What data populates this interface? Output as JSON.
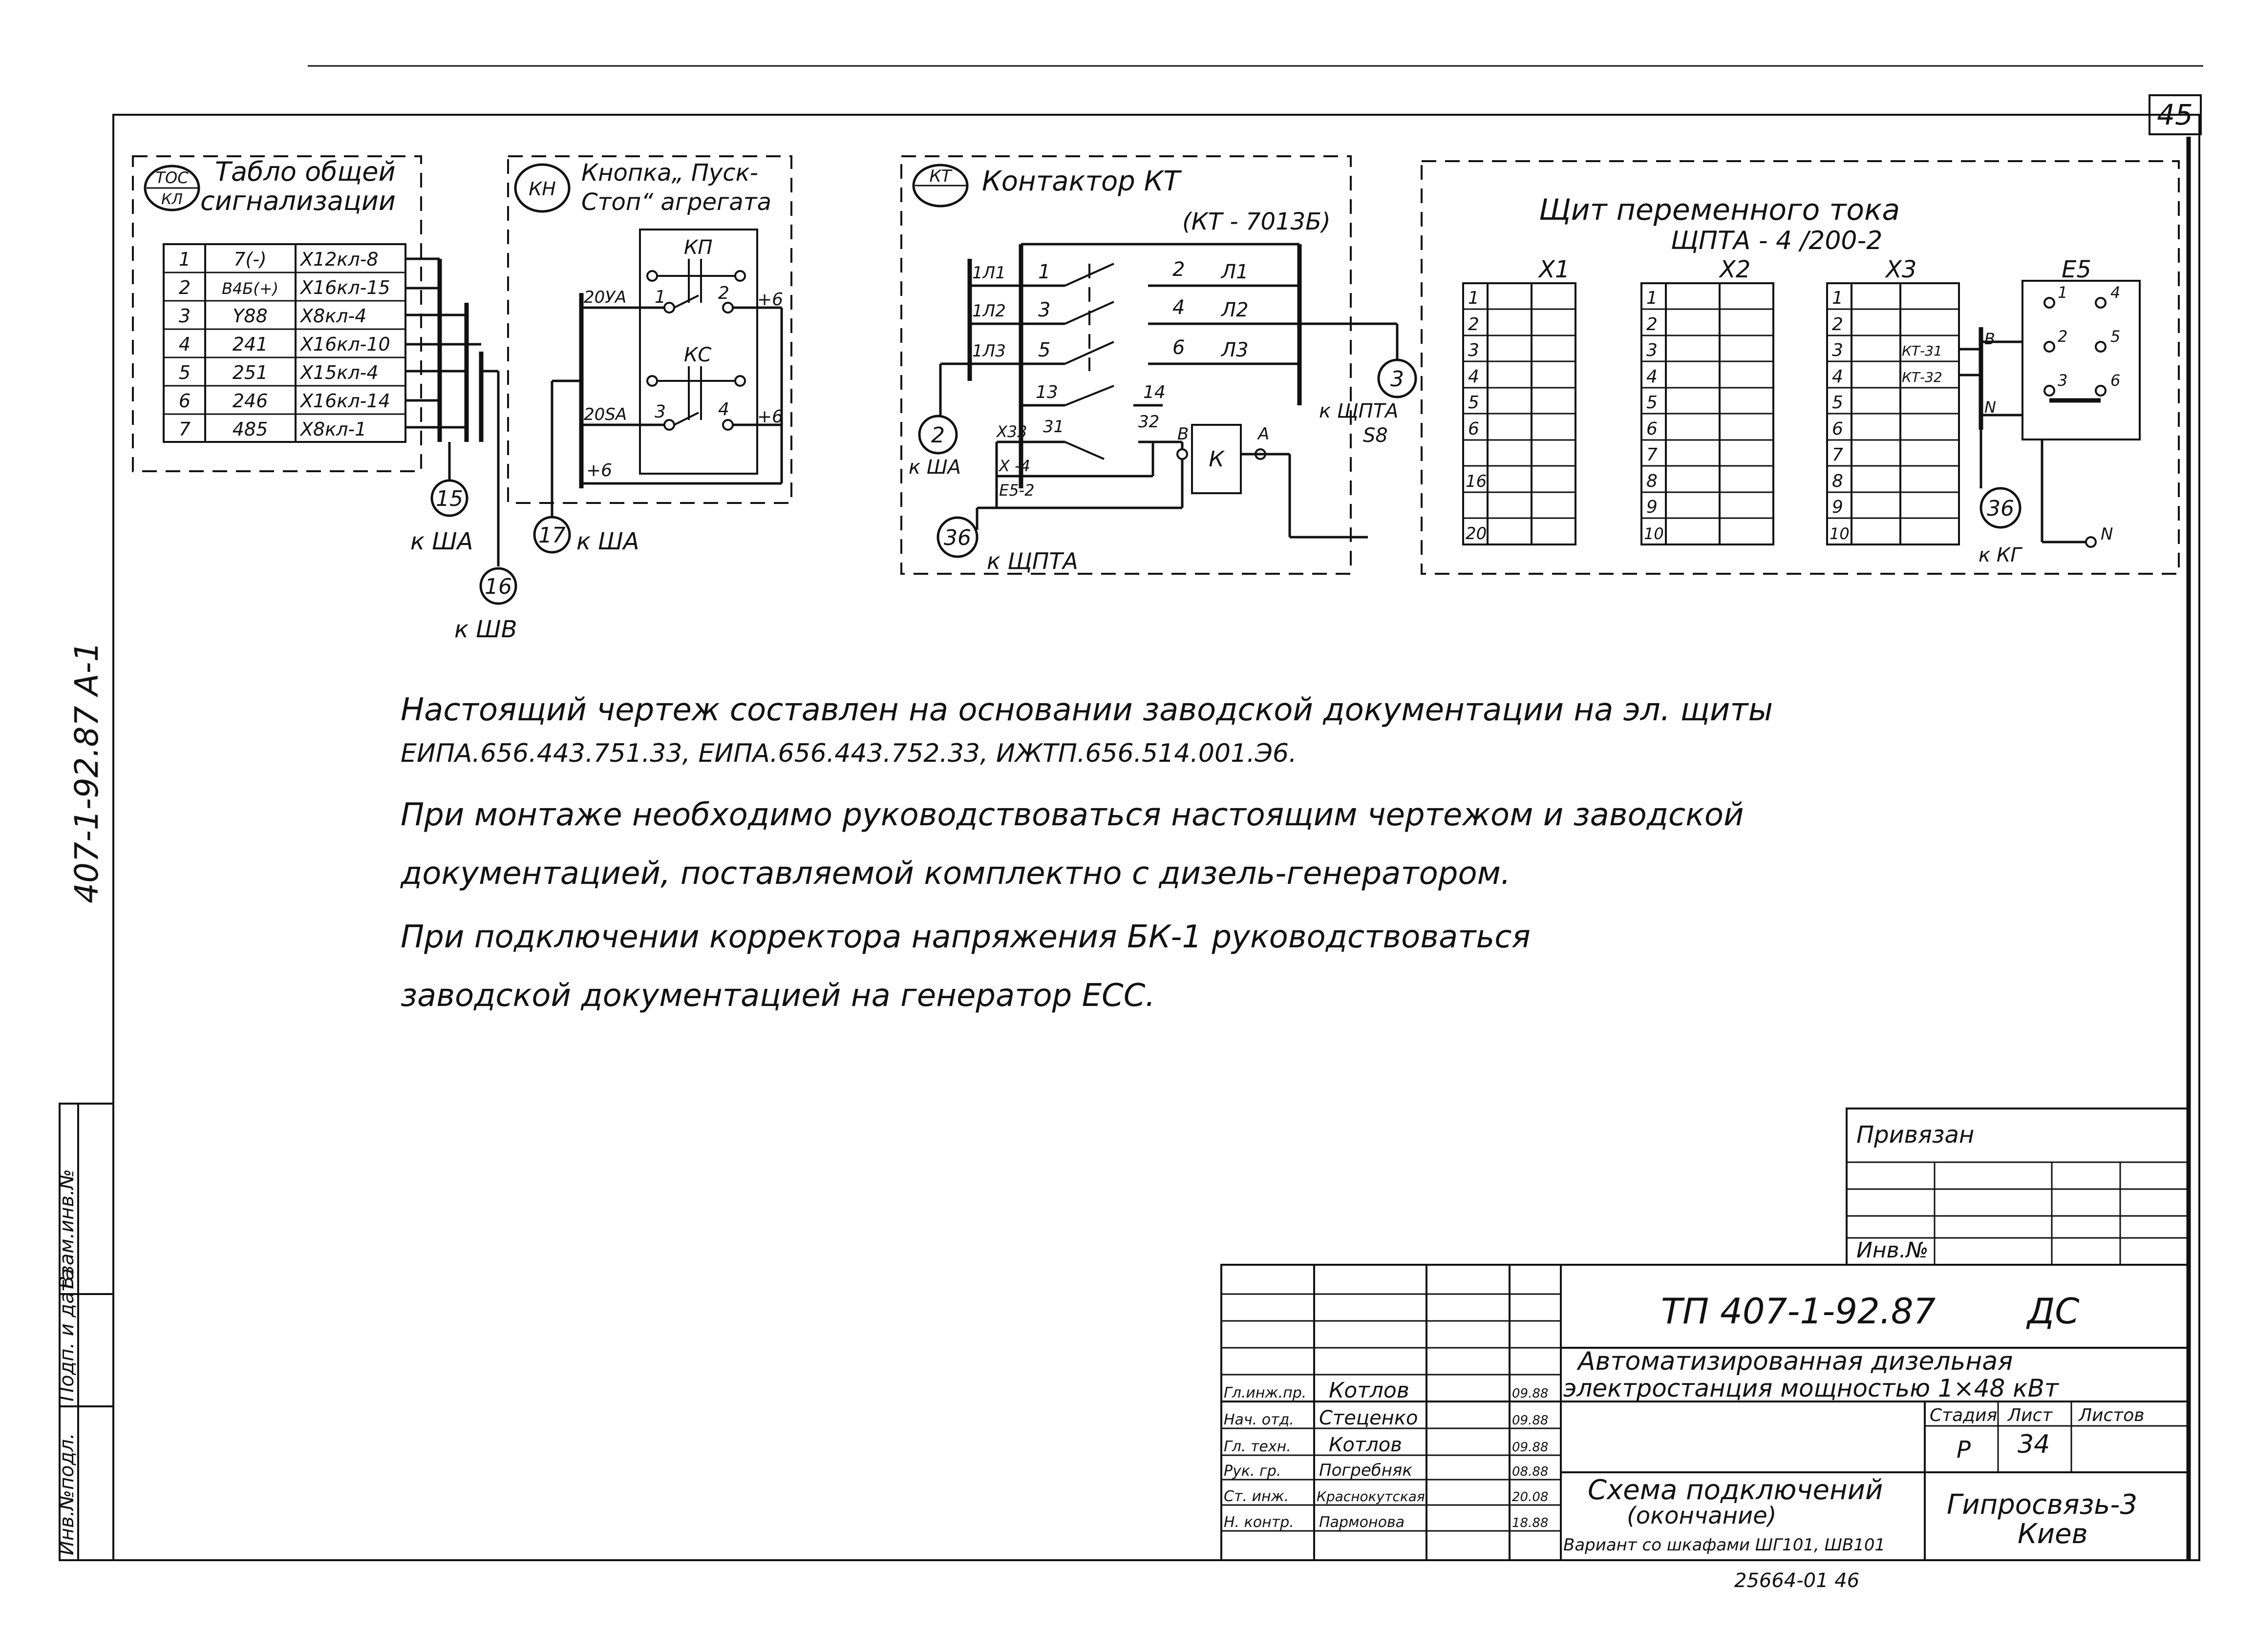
{
  "sheet_number": "45",
  "side_stamp": "407-1-92.87 А-1",
  "left_strip": [
    "Инв.№подл.",
    "Подп. и дата",
    "Взам.инв.№"
  ],
  "block_toc": {
    "tag_top": "ТОС",
    "tag_bottom": "КЛ",
    "title_l1": "Табло общей",
    "title_l2": "сигнализации",
    "rows": [
      [
        "1",
        "7(-)",
        "Х12кл-8"
      ],
      [
        "2",
        "В4Б(+)",
        "Х16кл-15"
      ],
      [
        "3",
        "Y88",
        "Х8кл-4"
      ],
      [
        "4",
        "241",
        "Х16кл-10"
      ],
      [
        "5",
        "251",
        "Х15кл-4"
      ],
      [
        "6",
        "246",
        "Х16кл-14"
      ],
      [
        "7",
        "485",
        "Х8кл-1"
      ]
    ],
    "ref15": "15",
    "ref15_label": "к ША",
    "ref16": "16",
    "ref16_label": "к ШВ"
  },
  "block_kn": {
    "tag": "КН",
    "title_l1": "Кнопка„ Пуск-",
    "title_l2": "Стоп“ агрегата",
    "kp": "КП",
    "kc": "КС",
    "w1": "20УА",
    "w2": "20SА",
    "t1": "1",
    "t2": "2",
    "t3": "3",
    "t4": "4",
    "p6a": "+6",
    "p6b": "+6",
    "p6c": "+6",
    "ref17": "17",
    "ref17_label": "к ША"
  },
  "block_kt": {
    "tag": "КТ",
    "title": "Контактор КТ",
    "model": "(КТ - 7013Б)",
    "in1": "1Л1",
    "in2": "1Л2",
    "in3": "1Л3",
    "c1": "1",
    "c3": "3",
    "c5": "5",
    "c2": "2",
    "c4": "4",
    "c6": "6",
    "out1": "Л1",
    "out2": "Л2",
    "out3": "Л3",
    "c13": "13",
    "c14": "14",
    "c31": "31",
    "c32": "32",
    "x33": "Х33",
    "x4": "Х -4",
    "e52": "Е5-2",
    "b": "В",
    "a": "А",
    "coil": "К",
    "ref2": "2",
    "ref2_label": "к ША",
    "ref3": "3",
    "ref3_label_l1": "к ЩПТА",
    "ref3_label_l2": "S8",
    "ref36": "36",
    "ref36_label": "к ЩПТА"
  },
  "block_shch": {
    "title_l1": "Щит переменного тока",
    "title_l2": "ЩПТА - 4 /200-2",
    "x1_label": "X1",
    "x2_label": "X2",
    "x3_label": "X3",
    "e5_label": "E5",
    "x1_rows": [
      "1",
      "2",
      "3",
      "4",
      "5",
      "6",
      "",
      "16",
      "",
      "20"
    ],
    "x2_rows": [
      "1",
      "2",
      "3",
      "4",
      "5",
      "6",
      "7",
      "8",
      "9",
      "10"
    ],
    "x3_rows": [
      "1",
      "2",
      "3",
      "4",
      "5",
      "6",
      "7",
      "8",
      "9",
      "10"
    ],
    "kt31": "КТ-31",
    "kt32": "КТ-32",
    "e5_b": "В",
    "e5_n": "N",
    "e5_n2": "N",
    "e5_1": "1",
    "e5_2": "2",
    "e5_3": "3",
    "e5_4": "4",
    "e5_5": "5",
    "e5_6": "6",
    "ref36": "36",
    "ref36_label": "к КГ"
  },
  "notes": {
    "p1_l1": "Настоящий чертеж составлен на основании заводской документации на эл. щиты",
    "p1_l2": "ЕИПА.656.443.751.33, ЕИПА.656.443.752.33, ИЖТП.656.514.001.Э6.",
    "p2_l1": "При монтаже необходимо руководствоваться настоящим чертежом и заводской",
    "p2_l2": "документацией, поставляемой комплектно с дизель-генератором.",
    "p3_l1": "При подключении корректора напряжения БК-1 руководствоваться",
    "p3_l2": "заводской документацией на генератор ЕСС."
  },
  "privyazan": {
    "title": "Привязан",
    "inv": "Инв.№"
  },
  "title_block": {
    "doc_code": "ТП 407-1-92.87",
    "doc_mark": "ДС",
    "obj_l1": "Автоматизированная дизельная",
    "obj_l2": "электростанция мощностью 1×48 кВт",
    "roles": [
      "Гл.инж.пр.",
      "Нач. отд.",
      "Гл. техн.",
      "Рук. гр.",
      "Ст. инж.",
      "Н. контр."
    ],
    "names": [
      "Котлов",
      "Стеценко",
      "Котлов",
      "Погребняк",
      "Краснокутская",
      "Пармонова"
    ],
    "dates": [
      "09.88",
      "09.88",
      "09.88",
      "08.88",
      "20.08",
      "18.88"
    ],
    "stage_h": "Стадия",
    "sheet_h": "Лист",
    "sheets_h": "Листов",
    "stage": "Р",
    "sheet": "34",
    "drawing_l1": "Схема подключений",
    "drawing_l2": "(окончание)",
    "drawing_l3": "Вариант со шкафами ШГ101, ШВ101",
    "org_l1": "Гипросвязь-3",
    "org_l2": "Киев"
  },
  "bottom_stamp": "25664-01  46"
}
